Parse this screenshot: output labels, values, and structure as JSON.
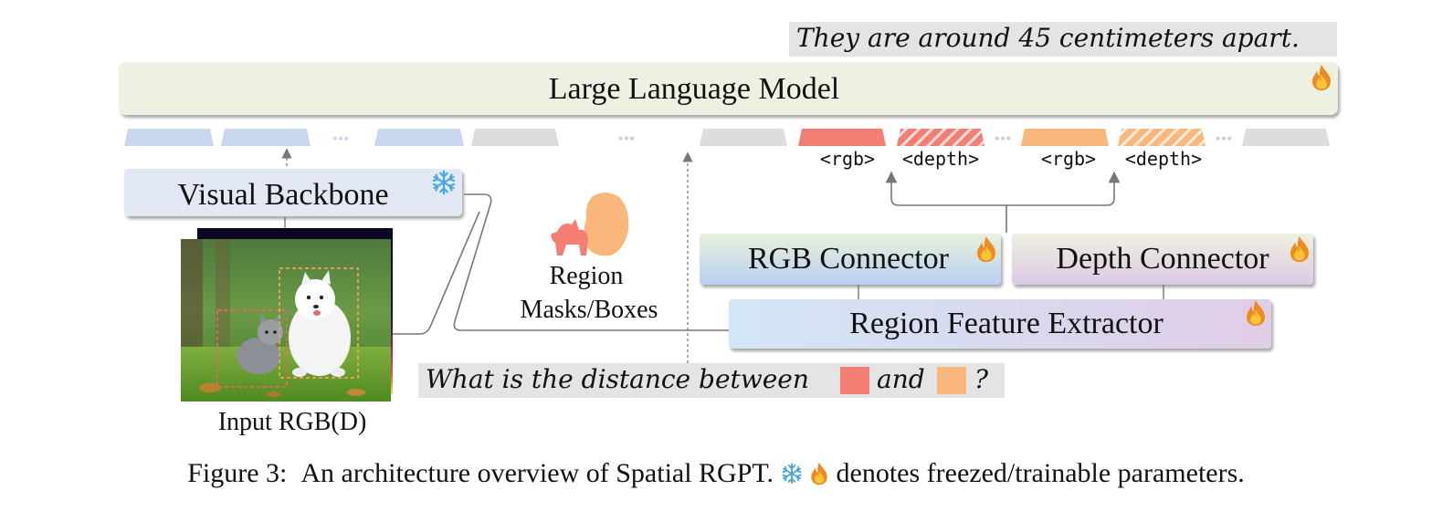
{
  "answer_text": "They are around 45 centimeters apart.",
  "question": {
    "before": "What is the distance between",
    "middle": "and",
    "after": "?"
  },
  "llm_label": "Large Language Model",
  "visual_backbone_label": "Visual Backbone",
  "rgb_connector_label": "RGB Connector",
  "depth_connector_label": "Depth Connector",
  "region_feature_extractor_label": "Region Feature Extractor",
  "region_masks": {
    "line1": "Region",
    "line2": "Masks/Boxes"
  },
  "input_label": "Input RGB(D)",
  "tokens": {
    "rgb_1": "<rgb>",
    "depth_1": "<depth>",
    "rgb_2": "<rgb>",
    "depth_2": "<depth>",
    "ellipsis": "•••"
  },
  "caption": {
    "prefix": "Figure 3:",
    "text": "An architecture overview of Spatial RGPT.",
    "suffix": "denotes freezed/trainable parameters."
  },
  "icons": {
    "trainable": "fire-icon",
    "frozen": "snowflake-icon"
  },
  "colors": {
    "llm_fill": "#edf1e2",
    "token_blue": "#c9d8ee",
    "token_gray": "#dddddd",
    "region_red": "#f47e74",
    "region_orange": "#f9b77c",
    "text_box_gray": "#e4e4e4"
  }
}
